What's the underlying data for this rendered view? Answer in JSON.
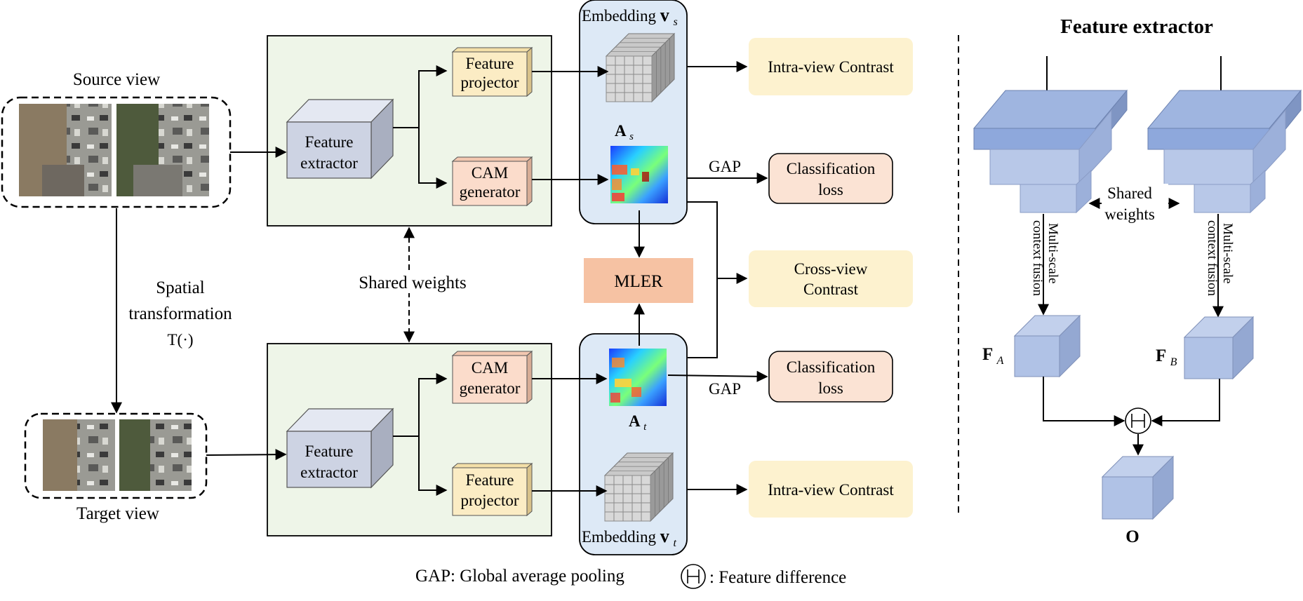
{
  "source_view": {
    "label": "Source view"
  },
  "target_view": {
    "label": "Target view"
  },
  "spatial": {
    "line1": "Spatial",
    "line2": "transformation",
    "line3": "T(·)"
  },
  "shared_weights_center": "Shared weights",
  "top_branch": {
    "feature_extractor": [
      "Feature",
      "extractor"
    ],
    "feature_projector": [
      "Feature",
      "projector"
    ],
    "cam_generator": [
      "CAM",
      "generator"
    ],
    "embedding_label": "Embedding",
    "embedding_symbol": "v",
    "embedding_sub": "s",
    "attention_symbol": "A",
    "attention_sub": "s"
  },
  "bottom_branch": {
    "feature_extractor": [
      "Feature",
      "extractor"
    ],
    "feature_projector": [
      "Feature",
      "projector"
    ],
    "cam_generator": [
      "CAM",
      "generator"
    ],
    "embedding_label": "Embedding",
    "embedding_symbol": "v",
    "embedding_sub": "t",
    "attention_symbol": "A",
    "attention_sub": "t"
  },
  "mler": "MLER",
  "gap": "GAP",
  "losses": {
    "intra_top": "Intra-view Contrast",
    "cls_top": [
      "Classification",
      "loss"
    ],
    "cross": [
      "Cross-view",
      "Contrast"
    ],
    "cls_bottom": [
      "Classification",
      "loss"
    ],
    "intra_bottom": "Intra-view Contrast"
  },
  "legend": {
    "gap": "GAP: Global average pooling",
    "diff": ": Feature difference"
  },
  "right_panel": {
    "title": "Feature  extractor",
    "shared": [
      "Shared",
      "weights"
    ],
    "multiscale": [
      "Multi-scale",
      "context fusion"
    ],
    "fa_symbol": "F",
    "fa_sub": "A",
    "fb_symbol": "F",
    "fb_sub": "B",
    "output": "O"
  },
  "colors": {
    "green_panel": "#eef5e8",
    "blue_panel": "#dde9f6",
    "cube_gray": "#cdd3e3",
    "projector_fill": "#fbecc4",
    "cam_fill": "#fbdccb",
    "loss_yellow": "#fdf2cf",
    "loss_peach": "#fbe3d4",
    "mler_fill": "#f6c2a3",
    "cube_blue": "#a8bde0"
  }
}
